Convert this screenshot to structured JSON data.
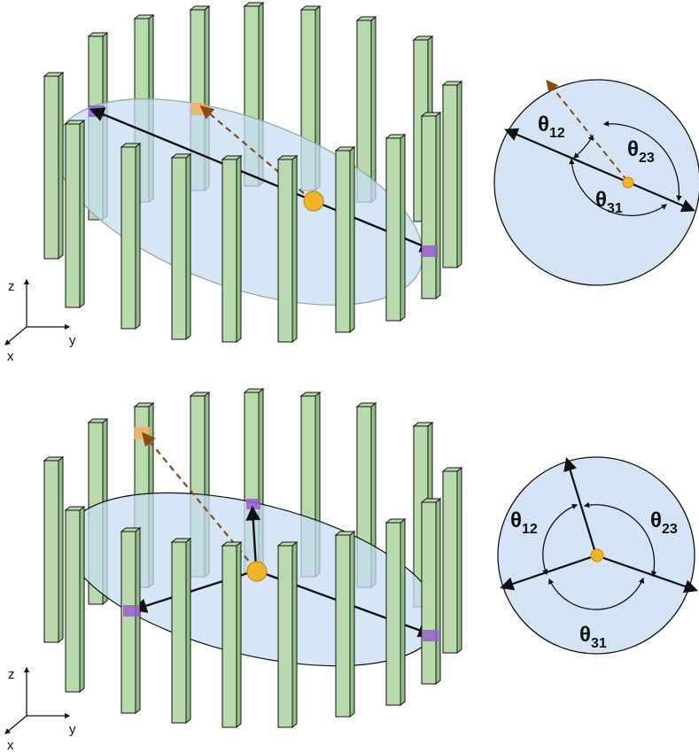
{
  "axes": {
    "z": "z",
    "y": "y",
    "x": "x"
  },
  "top_panel": {
    "angle_labels": [
      {
        "theta": "θ",
        "sub": "12"
      },
      {
        "theta": "θ",
        "sub": "23"
      },
      {
        "theta": "θ",
        "sub": "31"
      }
    ]
  },
  "bottom_panel": {
    "angle_labels": [
      {
        "theta": "θ",
        "sub": "12"
      },
      {
        "theta": "θ",
        "sub": "23"
      },
      {
        "theta": "θ",
        "sub": "31"
      }
    ]
  },
  "colors": {
    "pillar_front": "#b9d9ae",
    "pillar_side": "#8fbf83",
    "pillar_stroke": "#111111",
    "ellipse_fill": "#c8ddf3",
    "intersection": "#9b59d6",
    "source_marker": "#f0b429",
    "dashed_ray": "#8b4a12",
    "orange_patch": "#f0b06a"
  }
}
